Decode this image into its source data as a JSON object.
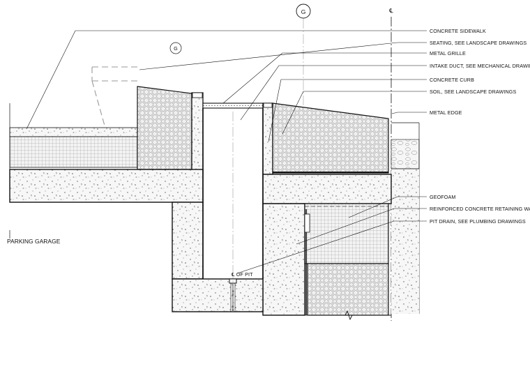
{
  "notes": {
    "concrete_sidewalk": "CONCRETE SIDEWALK",
    "seating": "SEATING, SEE LANDSCAPE DRAWINGS",
    "metal_grille": "METAL GRILLE",
    "intake_duct": "INTAKE DUCT, SEE MECHANICAL DRAWINGS",
    "concrete_curb": "CONCRETE CURB",
    "soil": "SOIL, SEE LANDSCAPE DRAWINGS",
    "metal_edge": "METAL EDGE",
    "geofoam": "GEOFOAM",
    "retaining_wall": "REINFORCED CONCRETE RETAINING WALL",
    "pit_drain": "PIT DRAIN, SEE PLUMBING DRAWINGS"
  },
  "labels": {
    "parking_garage": "PARKING GARAGE",
    "pit_center": "℄ OF PIT",
    "grid_top": "G",
    "grid_mid": "G",
    "property_line": "℄"
  }
}
